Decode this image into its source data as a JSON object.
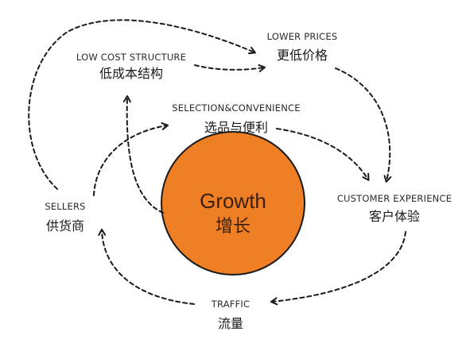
{
  "nodes": {
    "low_cost": {
      "en": "LOW COST STRUCTURE",
      "zh": "低成本结构"
    },
    "lower_prices": {
      "en": "LOWER PRICES",
      "zh": "更低价格"
    },
    "selection": {
      "en": "SELECTION&CONVENIENCE",
      "zh": "选品与便利"
    },
    "customer_experience": {
      "en": "CUSTOMER EXPERIENCE",
      "zh": "客户体验"
    },
    "sellers": {
      "en": "SELLERS",
      "zh": "供货商"
    },
    "traffic": {
      "en": "TRAFFIC",
      "zh": "流量"
    },
    "growth": {
      "en": "Growth",
      "zh": "增长"
    }
  },
  "colors": {
    "growth_fill": "#ee7f24",
    "growth_stroke": "#1a1a1a",
    "arrow": "#1a1a1a",
    "text": "#1a1a1a"
  }
}
